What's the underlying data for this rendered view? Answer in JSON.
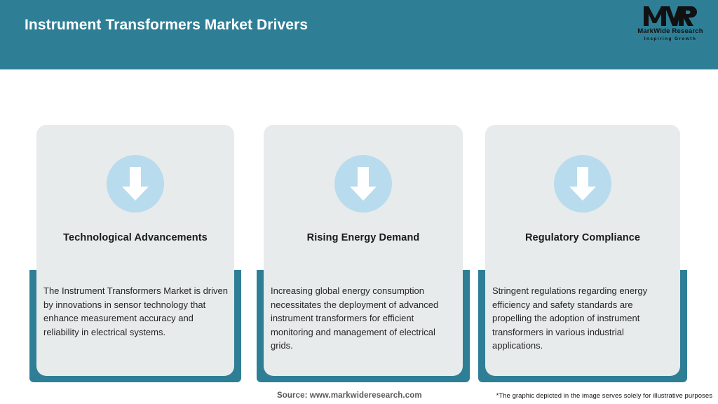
{
  "header": {
    "title": "Instrument Transformers Market Drivers",
    "background_color": "#2e7f96",
    "title_color": "#ffffff"
  },
  "logo": {
    "mark": "MWR",
    "name": "MarkWide Research",
    "tagline": "Inspiring Growth"
  },
  "theme": {
    "accent_teal": "#2e7f96",
    "card_gray": "#e7ebec",
    "icon_circle_blue": "#b8dced",
    "arrow_white": "#ffffff"
  },
  "cards": [
    {
      "icon": "arrow-down-icon",
      "title": "Technological Advancements",
      "body": "The Instrument Transformers Market is driven by innovations in sensor technology that enhance measurement accuracy and reliability in electrical systems."
    },
    {
      "icon": "arrow-down-icon",
      "title": "Rising Energy Demand",
      "body": "Increasing global energy consumption necessitates the deployment of advanced instrument transformers for efficient monitoring and management of electrical grids."
    },
    {
      "icon": "arrow-down-icon",
      "title": "Regulatory Compliance",
      "body": "Stringent regulations regarding energy efficiency and safety standards are propelling the adoption of instrument transformers in various industrial applications."
    }
  ],
  "footer": {
    "source": "Source: www.markwideresearch.com",
    "note": "*The graphic depicted in the image serves solely for illustrative purposes"
  }
}
